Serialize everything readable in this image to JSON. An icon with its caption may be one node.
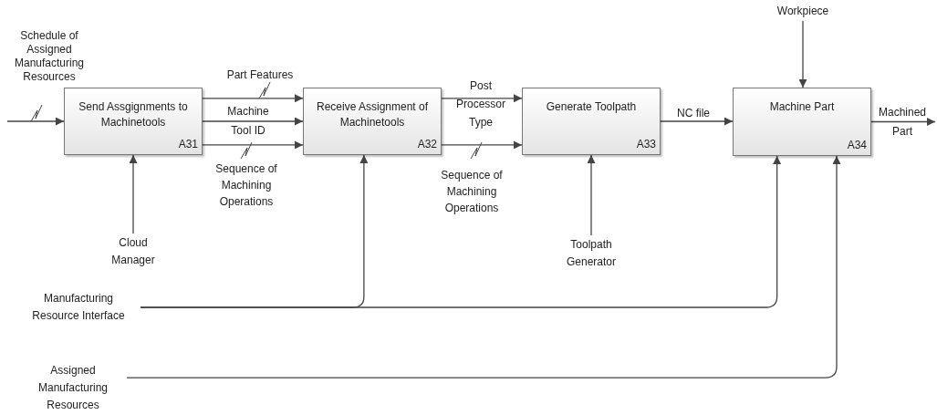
{
  "diagram": {
    "nodes": [
      {
        "text": [
          "Send Assgignments to Machinetools",
          "A31"
        ]
      },
      {
        "text": [
          "Receive Assignment of Machinetools",
          "A32"
        ]
      },
      {
        "text": [
          "Generate Toolpath",
          "A33"
        ]
      },
      {
        "text": [
          "Machine Part",
          "A34"
        ]
      },
      {
        "text": [
          "Cloud Manager"
        ]
      },
      {
        "text": [
          "Manufacturing Resource Interface"
        ]
      },
      {
        "text": [
          "Toolpath Generator"
        ]
      },
      {
        "text": [
          "Workpiece"
        ]
      },
      {
        "text": [
          "Assigned Manufacturing Resources"
        ]
      }
    ],
    "edges": [
      {
        "from": null,
        "to": 0,
        "arrow": "to",
        "label": "Schedule of Assigned Manufacturing Resources"
      },
      {
        "from": 0,
        "to": 1,
        "arrow": "to",
        "label": "Part Features"
      },
      {
        "from": 0,
        "to": 1,
        "arrow": "to",
        "label": "Machine Tool ID"
      },
      {
        "from": 0,
        "to": 1,
        "arrow": "to",
        "label": "Sequence of Machining Operations"
      },
      {
        "from": 4,
        "to": 0,
        "arrow": "to"
      },
      {
        "from": 1,
        "to": 2,
        "arrow": "to",
        "label": "Post Processor Type"
      },
      {
        "from": 1,
        "to": 2,
        "arrow": "to",
        "label": "Sequence of Machining Operations"
      },
      {
        "from": 2,
        "to": 3,
        "arrow": "to",
        "label": "NC file"
      },
      {
        "from": 5,
        "to": 1,
        "arrow": "to"
      },
      {
        "from": 5,
        "to": 3,
        "arrow": "to"
      },
      {
        "from": 6,
        "to": 2,
        "arrow": "to"
      },
      {
        "from": 7,
        "to": 3,
        "arrow": "to"
      },
      {
        "from": 8,
        "to": 3,
        "arrow": "to"
      },
      {
        "from": 3,
        "to": null,
        "arrow": "to",
        "label": "Machined Part"
      }
    ]
  }
}
